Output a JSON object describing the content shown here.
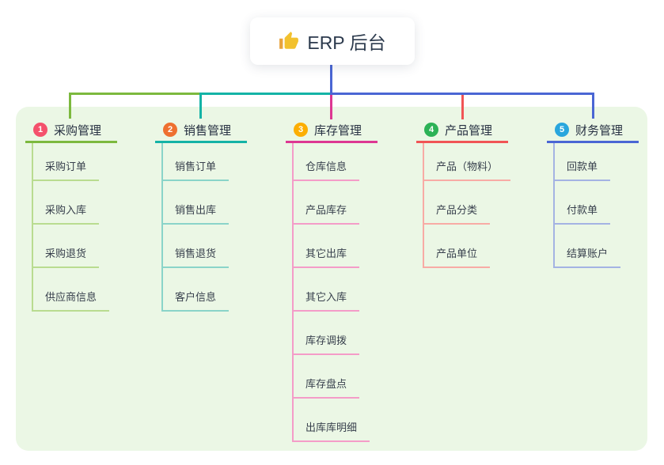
{
  "root": {
    "icon": "thumbs-up-icon",
    "title": "ERP 后台"
  },
  "colors": {
    "panel_bg": "#ebf7e5",
    "root_connector": "#4a66d4",
    "branch_lines": [
      "#7cb93e",
      "#14b3a6",
      "#dd3792",
      "#f15555",
      "#4a66d4"
    ],
    "child_lines": [
      "#b9dc90",
      "#8ad4c9",
      "#f49cc8",
      "#f8aba5",
      "#a4b3e3"
    ],
    "badges": [
      "#f4516c",
      "#ee7030",
      "#fcae03",
      "#2cb256",
      "#29a6dd"
    ]
  },
  "branches": [
    {
      "badge": "1",
      "title": "采购管理",
      "children": [
        "采购订单",
        "采购入库",
        "采购退货",
        "供应商信息"
      ]
    },
    {
      "badge": "2",
      "title": "销售管理",
      "children": [
        "销售订单",
        "销售出库",
        "销售退货",
        "客户信息"
      ]
    },
    {
      "badge": "3",
      "title": "库存管理",
      "children": [
        "仓库信息",
        "产品库存",
        "其它出库",
        "其它入库",
        "库存调拨",
        "库存盘点",
        "出库库明细"
      ]
    },
    {
      "badge": "4",
      "title": "产品管理",
      "children": [
        "产品（物料）",
        "产品分类",
        "产品单位"
      ]
    },
    {
      "badge": "5",
      "title": "财务管理",
      "children": [
        "回款单",
        "付款单",
        "结算账户"
      ]
    }
  ]
}
